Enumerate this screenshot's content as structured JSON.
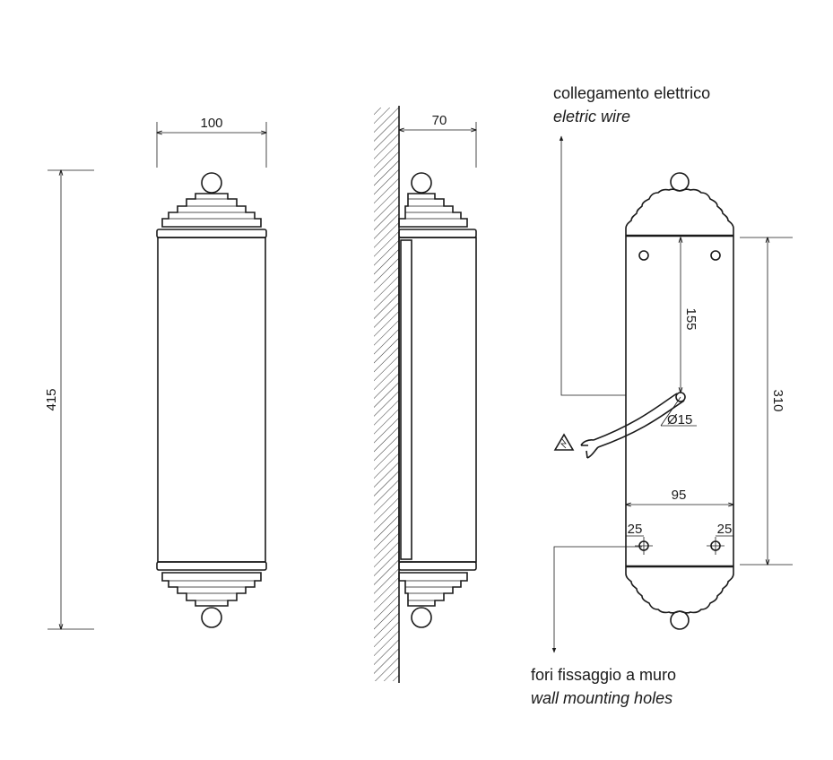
{
  "dimensions": {
    "front_width": "100",
    "front_height": "415",
    "side_depth": "70",
    "back_hole_spacing_vertical": "155",
    "back_wire_diameter": "Ø15",
    "back_mount_height": "310",
    "back_hole_spacing_horizontal": "95",
    "back_hole_offset_left": "25",
    "back_hole_offset_right": "25"
  },
  "annotations": {
    "wire_it": "collegamento elettrico",
    "wire_en": "eletric wire",
    "holes_it": "fori fissaggio a muro",
    "holes_en": "wall mounting holes"
  },
  "symbols": {
    "warning": "electrical-hazard-icon",
    "terminal": "fork-terminal-icon"
  },
  "colors": {
    "line": "#1a1a1a",
    "background": "#ffffff"
  }
}
